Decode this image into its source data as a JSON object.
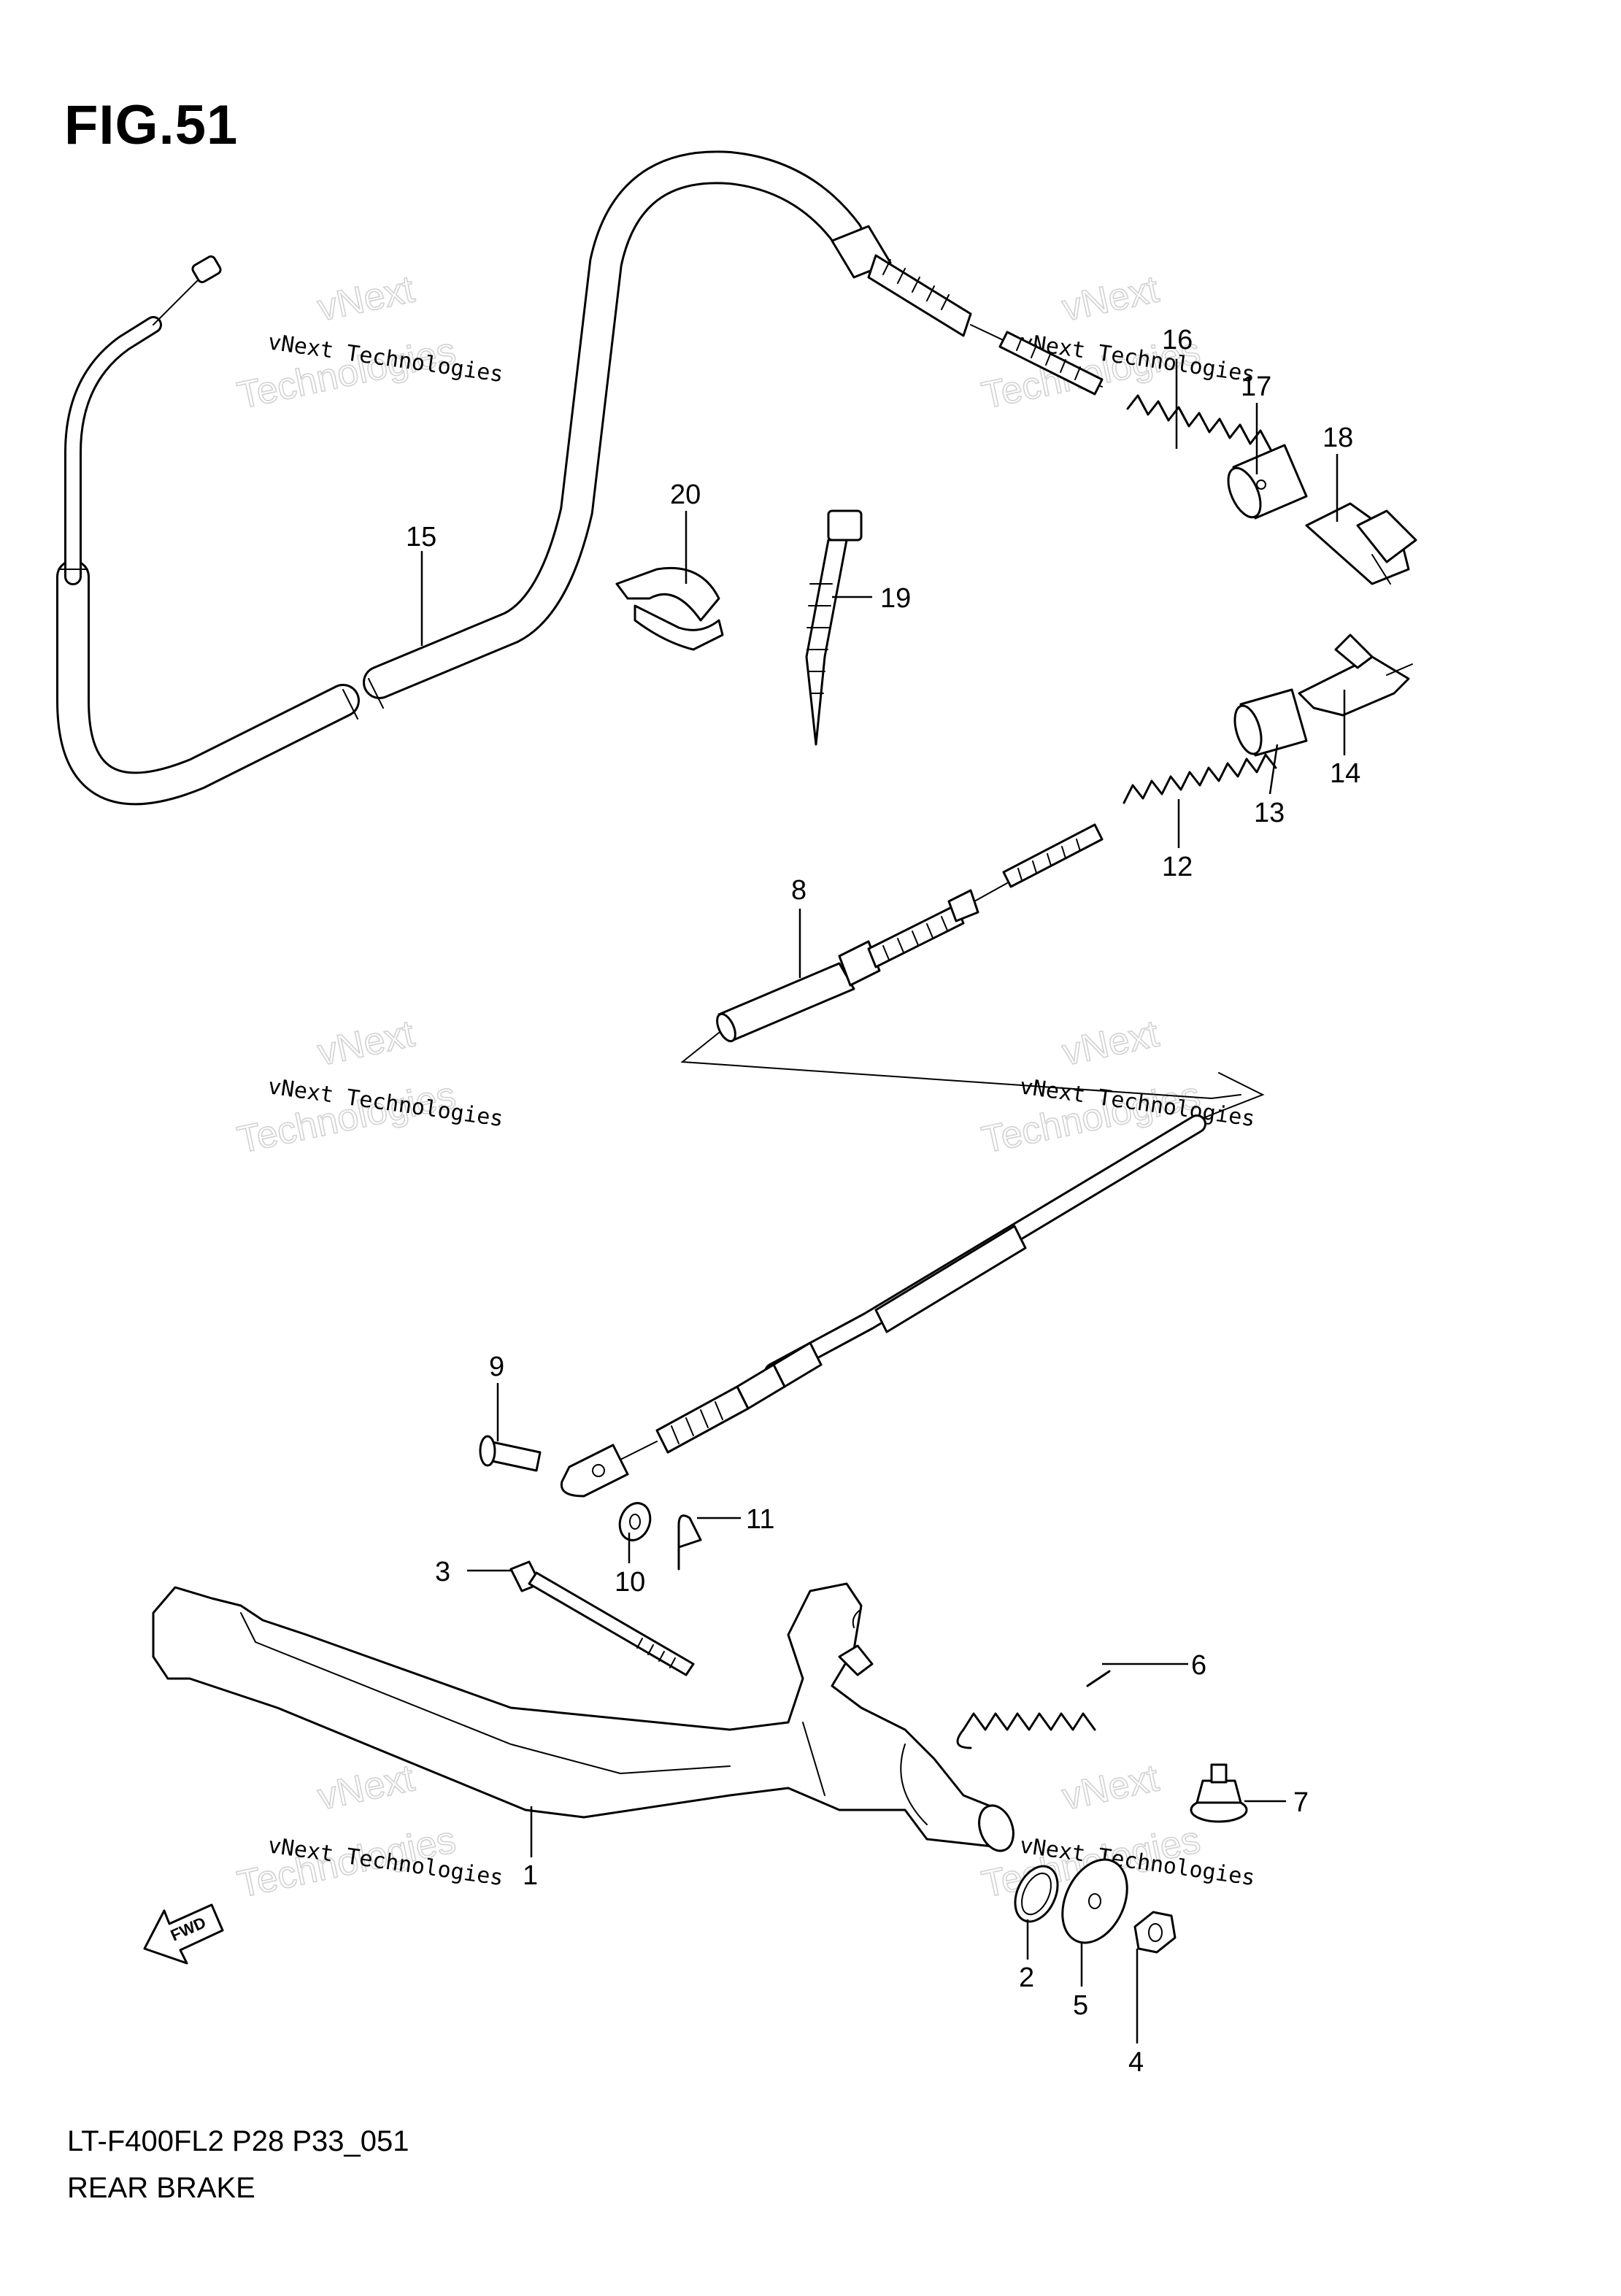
{
  "figure": {
    "title": "FIG.51",
    "model_code": "LT-F400FL2 P28 P33_051",
    "section_name": "REAR BRAKE",
    "direction_label": "FWD"
  },
  "watermark": {
    "line1": "vNext Technologies",
    "line2": "Technologies",
    "line3": "vNext"
  },
  "callouts": [
    "1",
    "2",
    "3",
    "4",
    "5",
    "6",
    "7",
    "8",
    "9",
    "10",
    "11",
    "12",
    "13",
    "14",
    "15",
    "16",
    "17",
    "18",
    "19",
    "20"
  ]
}
